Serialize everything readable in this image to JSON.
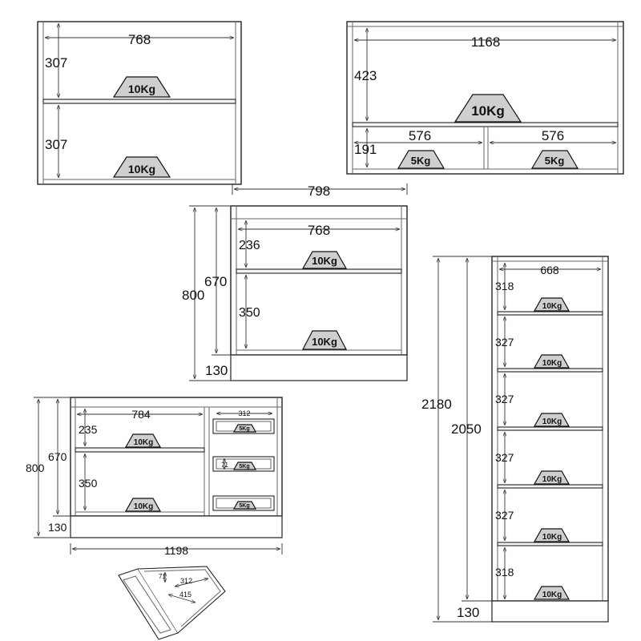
{
  "units": {
    "u1": {
      "width": "768",
      "heights": [
        "307",
        "307"
      ],
      "loads": [
        "10Kg",
        "10Kg"
      ]
    },
    "u2": {
      "width": "1168",
      "upper_height": "423",
      "upper_load": "10Kg",
      "drawer_height": "191",
      "drawer_widths": [
        "576",
        "576"
      ],
      "drawer_loads": [
        "5Kg",
        "5Kg"
      ]
    },
    "u3": {
      "outer_width": "798",
      "inner_width": "768",
      "heights": [
        "236",
        "350"
      ],
      "loads": [
        "10Kg",
        "10Kg"
      ],
      "total_height": "800",
      "body_height": "670",
      "plinth_height": "130"
    },
    "u4": {
      "inner_width": "784",
      "heights": [
        "235",
        "350"
      ],
      "loads": [
        "10Kg",
        "10Kg"
      ],
      "total_height": "800",
      "body_height": "670",
      "plinth_height": "130",
      "overall_width": "1198",
      "drawer_width": "312",
      "drawer_height": "71",
      "drawer_loads": [
        "5Kg",
        "5Kg",
        "5Kg"
      ]
    },
    "u5": {
      "inner_width": "668",
      "heights": [
        "318",
        "327",
        "327",
        "327",
        "327",
        "318"
      ],
      "loads": [
        "10Kg",
        "10Kg",
        "10Kg",
        "10Kg",
        "10Kg",
        "10Kg"
      ],
      "total_height": "2180",
      "body_height": "2050",
      "plinth_height": "130"
    },
    "drawer_detail": {
      "height": "71",
      "width": "312",
      "depth": "415"
    }
  }
}
